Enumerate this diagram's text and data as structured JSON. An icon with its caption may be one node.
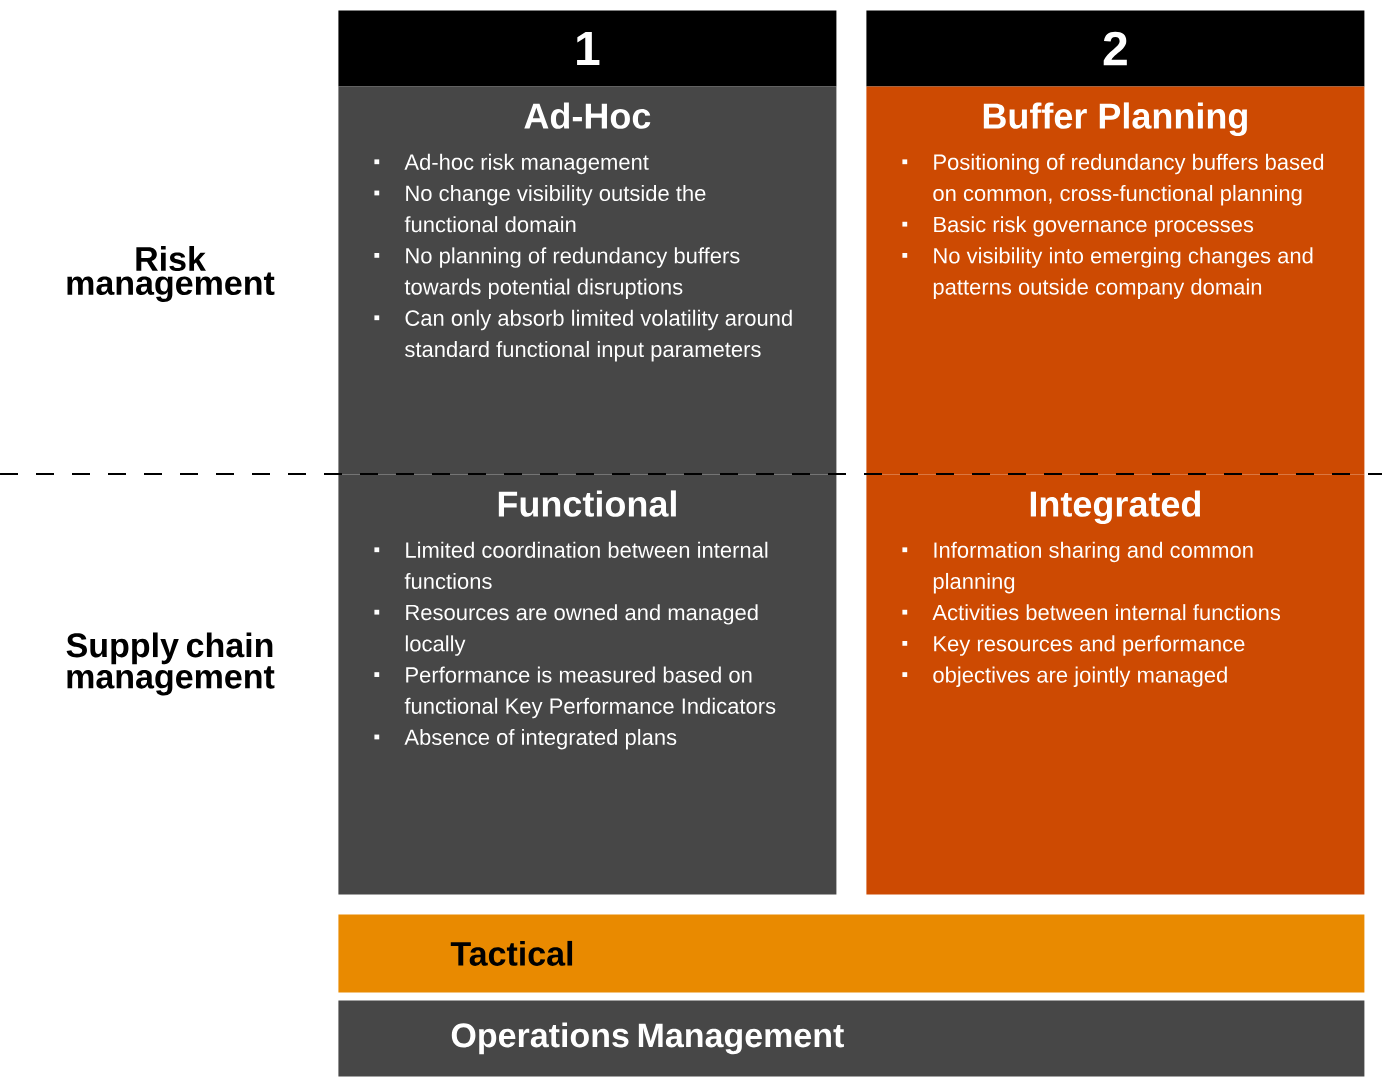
{
  "diagram": {
    "nodes": [
      {
        "text": [
          "1"
        ]
      },
      {
        "text": [
          "Ad-Hoc",
          "Ad-hoc risk management",
          "No change visibility outside the functional domain",
          "No planning of redundancy buffers towards potential disruptions",
          "Can only absorb limited volatility around standard functional input parameters"
        ]
      },
      {
        "text": [
          "Functional",
          "Limited coordination between internal functions",
          "Resources are owned and managed locally",
          "Performance is measured based on functional Key Performance Indicators",
          "Absence of integrated plans"
        ]
      },
      {
        "text": [
          "2"
        ]
      },
      {
        "text": [
          "Buffer Planning",
          "Positioning of redundancy buffers based on common, cross-functional planning",
          "Basic risk governance processes",
          "No visibility into emerging changes and patterns outside company domain"
        ]
      },
      {
        "text": [
          "Integrated",
          "Information sharing and common planning",
          "Activities between internal functions",
          "Key resources and performance",
          "objectives are jointly managed"
        ]
      },
      {
        "text": [
          "Tactical"
        ]
      },
      {
        "text": [
          "Operations Management"
        ]
      }
    ],
    "labels": [
      "Risk management",
      "Supply chain management"
    ]
  }
}
